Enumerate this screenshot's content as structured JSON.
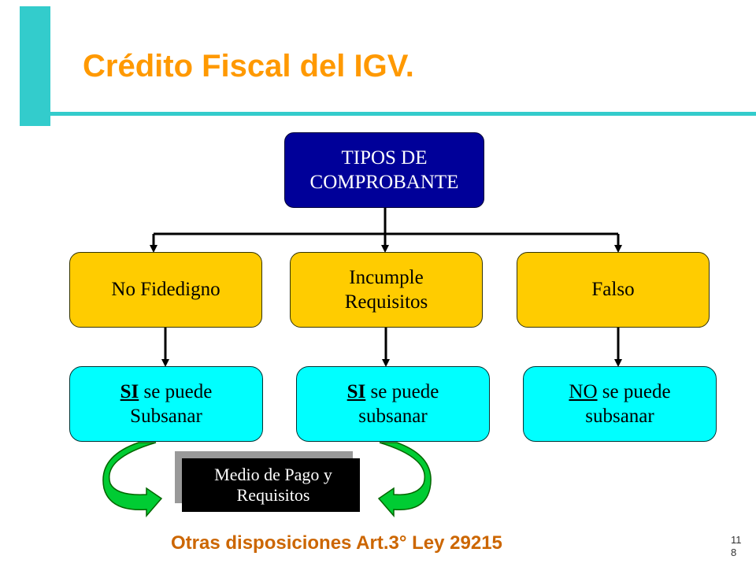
{
  "slide": {
    "title": "Crédito Fiscal del IGV.",
    "footer": "Otras disposiciones Art.3° Ley 29215",
    "page_number": "118"
  },
  "diagram": {
    "root": {
      "line1": "TIPOS DE",
      "line2": "COMPROBANTE"
    },
    "categories": [
      {
        "line1": "No Fidedigno",
        "line2": ""
      },
      {
        "line1": "Incumple",
        "line2": "Requisitos"
      },
      {
        "line1": "Falso",
        "line2": ""
      }
    ],
    "results": [
      {
        "keyword": "SI",
        "rest": " se puede",
        "line2": "Subsanar"
      },
      {
        "keyword": "SI",
        "rest": " se puede",
        "line2": "subsanar"
      },
      {
        "keyword": "NO",
        "rest": " se puede",
        "line2": "subsanar"
      }
    ],
    "note": {
      "line1": "Medio de Pago y",
      "line2": "Requisitos"
    }
  },
  "colors": {
    "accent": "#33cccc",
    "title": "#ff9900",
    "root_fill": "#000099",
    "category_fill": "#ffcc00",
    "result_fill": "#00ffff",
    "arrow_fill": "#00cc33",
    "footer": "#cc6600"
  }
}
